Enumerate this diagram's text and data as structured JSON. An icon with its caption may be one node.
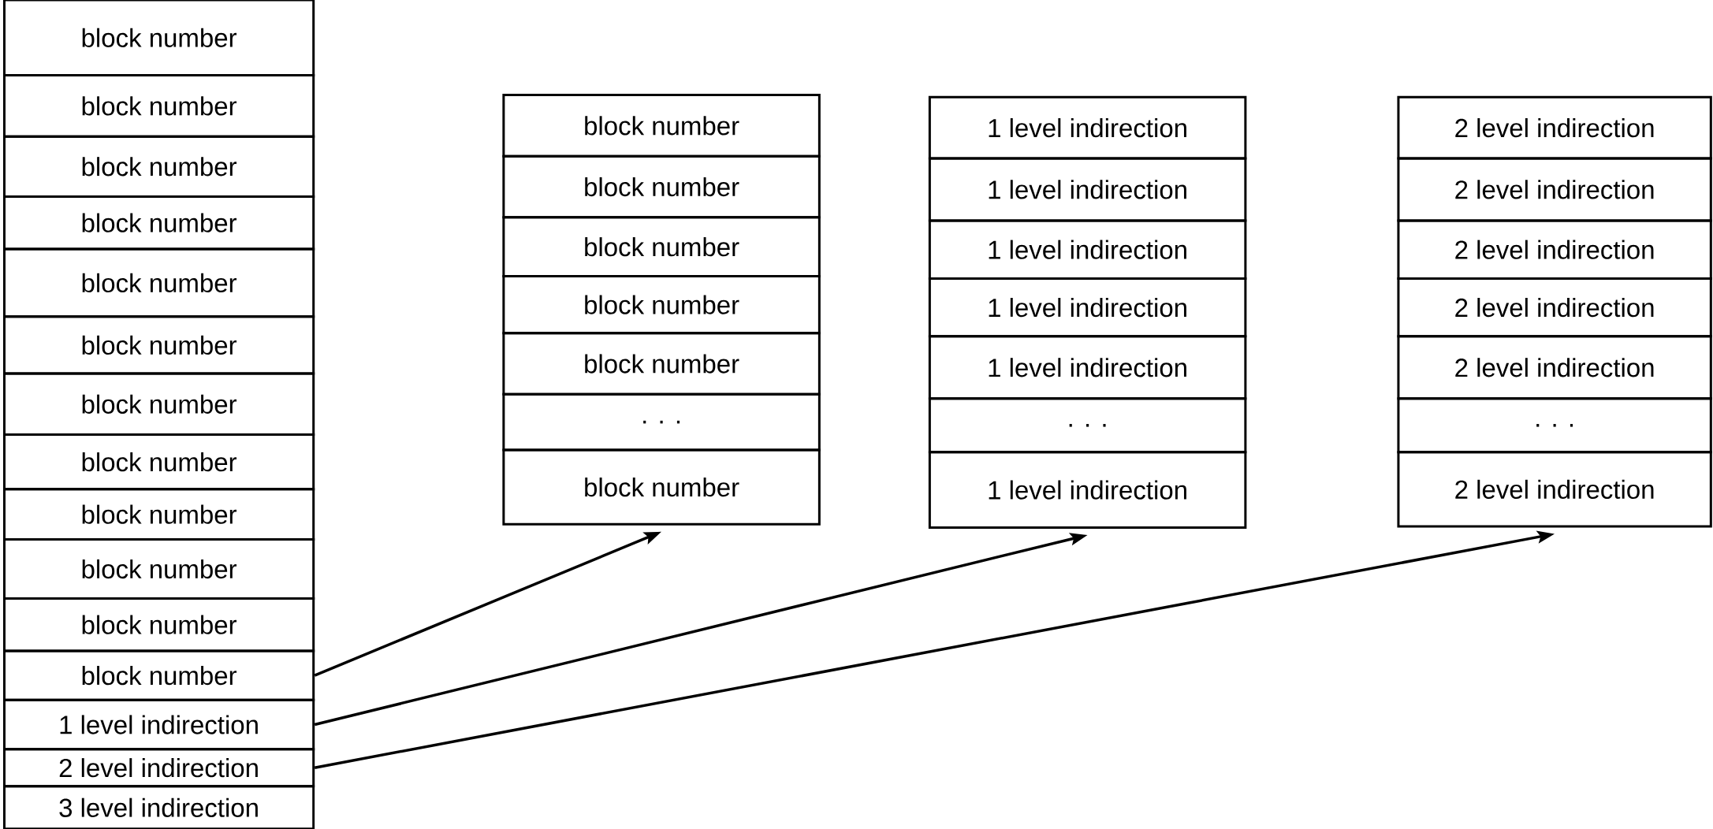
{
  "diagram": {
    "nodes": [
      {
        "text": [
          "block number"
        ]
      },
      {
        "text": [
          "block number"
        ]
      },
      {
        "text": [
          "block number"
        ]
      },
      {
        "text": [
          "block number"
        ]
      },
      {
        "text": [
          "block number"
        ]
      },
      {
        "text": [
          "block number"
        ]
      },
      {
        "text": [
          "block number"
        ]
      },
      {
        "text": [
          "block number"
        ]
      },
      {
        "text": [
          "block number"
        ]
      },
      {
        "text": [
          "block number"
        ]
      },
      {
        "text": [
          "block number"
        ]
      },
      {
        "text": [
          "block number"
        ]
      },
      {
        "text": [
          "1 level indirection"
        ]
      },
      {
        "text": [
          "2 level indirection"
        ]
      },
      {
        "text": [
          "3 level indirection"
        ]
      },
      {
        "text": [
          "block number"
        ]
      },
      {
        "text": [
          "block number"
        ]
      },
      {
        "text": [
          "block number"
        ]
      },
      {
        "text": [
          "block number"
        ]
      },
      {
        "text": [
          "block number"
        ]
      },
      {
        "text": [
          ". . ."
        ]
      },
      {
        "text": [
          "block number"
        ]
      },
      {
        "text": [
          "1 level indirection"
        ]
      },
      {
        "text": [
          "1 level indirection"
        ]
      },
      {
        "text": [
          "1 level indirection"
        ]
      },
      {
        "text": [
          "1 level indirection"
        ]
      },
      {
        "text": [
          "1 level indirection"
        ]
      },
      {
        "text": [
          ". . ."
        ]
      },
      {
        "text": [
          "1 level indirection"
        ]
      },
      {
        "text": [
          "2 level indirection"
        ]
      },
      {
        "text": [
          "2 level indirection"
        ]
      },
      {
        "text": [
          "2 level indirection"
        ]
      },
      {
        "text": [
          "2 level indirection"
        ]
      },
      {
        "text": [
          "2 level indirection"
        ]
      },
      {
        "text": [
          ". . ."
        ]
      },
      {
        "text": [
          "2 level indirection"
        ]
      }
    ],
    "edges": [
      {
        "from": 11,
        "to": 21,
        "arrow": "to"
      },
      {
        "from": 12,
        "to": 28,
        "arrow": "to"
      },
      {
        "from": 13,
        "to": 35,
        "arrow": "to"
      }
    ]
  }
}
